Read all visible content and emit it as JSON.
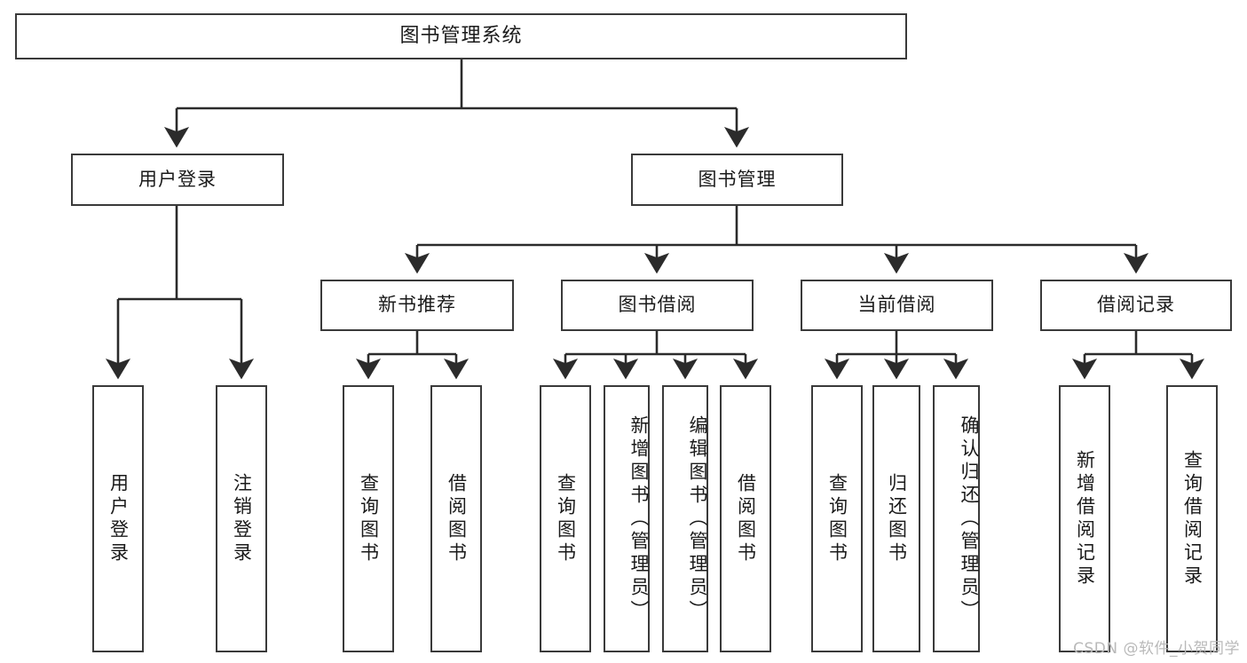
{
  "diagram": {
    "type": "tree",
    "title": "图书管理系统",
    "orientation": "top-down",
    "colors": {
      "box_border": "#3a3a3a",
      "box_fill": "#ffffff",
      "edge": "#2b2b2b",
      "text": "#1a1a1a",
      "watermark": "#b9b9b9",
      "background": "#ffffff"
    }
  },
  "nodes": {
    "root": {
      "label": "图书管理系统"
    },
    "level2": [
      {
        "id": "user-login",
        "label": "用户登录"
      },
      {
        "id": "book-manage",
        "label": "图书管理"
      }
    ],
    "level3": [
      {
        "id": "new-book-recommend",
        "label": "新书推荐"
      },
      {
        "id": "book-borrow",
        "label": "图书借阅"
      },
      {
        "id": "current-borrow",
        "label": "当前借阅"
      },
      {
        "id": "borrow-record",
        "label": "借阅记录"
      }
    ],
    "leaves": {
      "user_login": [
        {
          "id": "leaf-user-login",
          "label": "用户登录"
        },
        {
          "id": "leaf-logout",
          "label": "注销登录"
        }
      ],
      "new_book_recommend": [
        {
          "id": "leaf-query-book-1",
          "label": "查询图书"
        },
        {
          "id": "leaf-borrow-book-1",
          "label": "借阅图书"
        }
      ],
      "book_borrow": [
        {
          "id": "leaf-query-book-2",
          "label": "查询图书"
        },
        {
          "id": "leaf-add-book",
          "label": "新增图书（管理员）"
        },
        {
          "id": "leaf-edit-book",
          "label": "编辑图书（管理员）"
        },
        {
          "id": "leaf-borrow-book-2",
          "label": "借阅图书"
        }
      ],
      "current_borrow": [
        {
          "id": "leaf-query-book-3",
          "label": "查询图书"
        },
        {
          "id": "leaf-return-book",
          "label": "归还图书"
        },
        {
          "id": "leaf-confirm-return",
          "label": "确认归还（管理员）"
        }
      ],
      "borrow_record": [
        {
          "id": "leaf-add-record",
          "label": "新增借阅记录"
        },
        {
          "id": "leaf-query-record",
          "label": "查询借阅记录"
        }
      ]
    }
  },
  "watermark": {
    "text": "CSDN @软件_小贺同学"
  }
}
